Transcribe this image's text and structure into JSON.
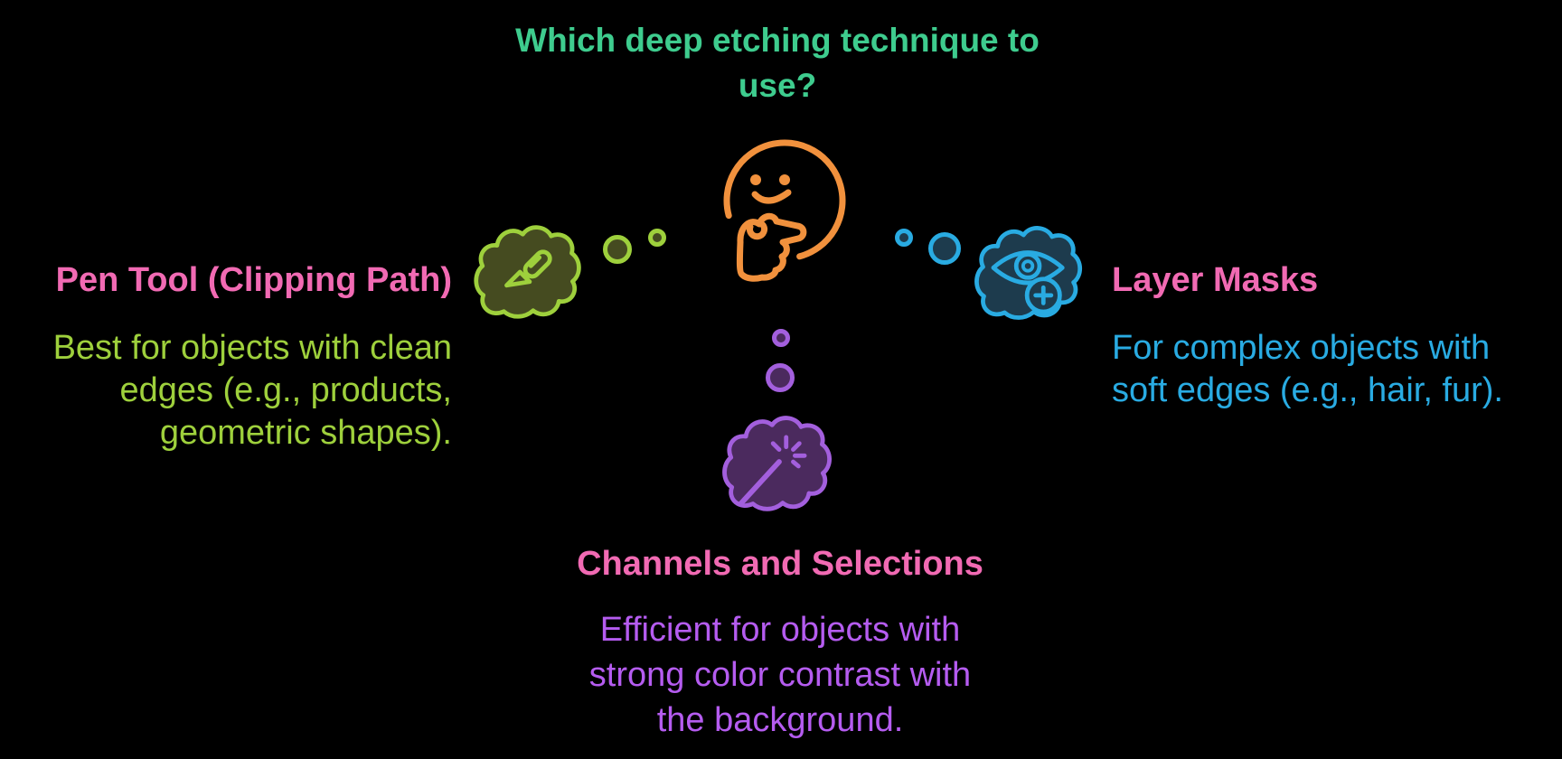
{
  "title": {
    "line1": "Which deep etching technique to",
    "line2": "use?"
  },
  "center": {
    "icon": "thinking-face-icon",
    "color": "#f1913d"
  },
  "branches": {
    "pen_tool": {
      "heading": "Pen Tool (Clipping Path)",
      "body_lines": [
        "Best for objects with clean",
        "edges (e.g., products,",
        "geometric shapes)."
      ],
      "icon": "utility-knife-icon",
      "accent": "#9ed03c",
      "bubble_fill": "#454b20"
    },
    "layer_masks": {
      "heading": "Layer Masks",
      "body_lines": [
        "For complex objects with",
        "soft edges (e.g., hair, fur)."
      ],
      "icon": "eye-add-mask-icon",
      "accent": "#29abe2",
      "bubble_fill": "#1d3b4d"
    },
    "channels": {
      "heading": "Channels and Selections",
      "body_lines": [
        "Efficient for objects with",
        "strong color contrast with",
        "the background."
      ],
      "icon": "magic-wand-icon",
      "accent": "#a35fdd",
      "body_color": "#b55cf0",
      "bubble_fill": "#4b2a5e"
    }
  },
  "colors": {
    "background": "#000000",
    "title": "#3ecc8e",
    "headings": "#f16ab3"
  }
}
